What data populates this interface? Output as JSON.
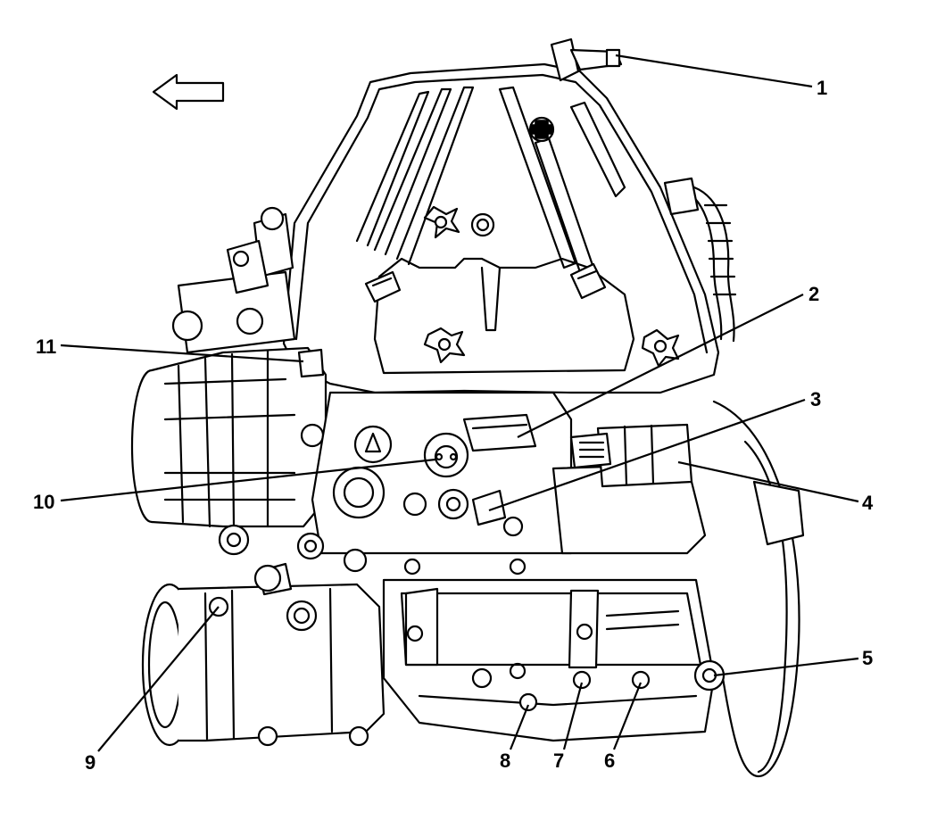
{
  "diagram": {
    "direction_icon": "arrow-left-icon",
    "callouts": [
      {
        "id": "1",
        "label": "1"
      },
      {
        "id": "2",
        "label": "2"
      },
      {
        "id": "3",
        "label": "3"
      },
      {
        "id": "4",
        "label": "4"
      },
      {
        "id": "5",
        "label": "5"
      },
      {
        "id": "6",
        "label": "6"
      },
      {
        "id": "7",
        "label": "7"
      },
      {
        "id": "8",
        "label": "8"
      },
      {
        "id": "9",
        "label": "9"
      },
      {
        "id": "10",
        "label": "10"
      },
      {
        "id": "11",
        "label": "11"
      }
    ]
  }
}
